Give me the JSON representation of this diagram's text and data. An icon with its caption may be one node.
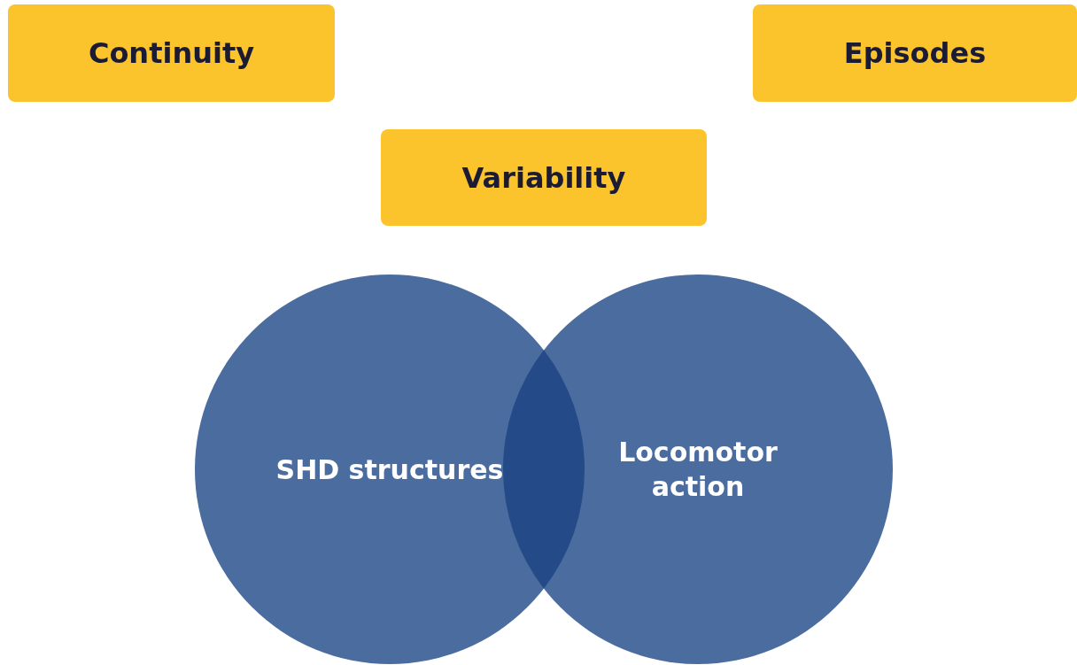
{
  "diagram": {
    "nodes": [
      {
        "text": [
          "Continuity"
        ]
      },
      {
        "text": [
          "Episodes"
        ]
      },
      {
        "text": [
          "Variability"
        ]
      },
      {
        "text": [
          "SHD structures"
        ]
      },
      {
        "text": [
          "Locomotor action"
        ]
      }
    ],
    "edges": []
  }
}
